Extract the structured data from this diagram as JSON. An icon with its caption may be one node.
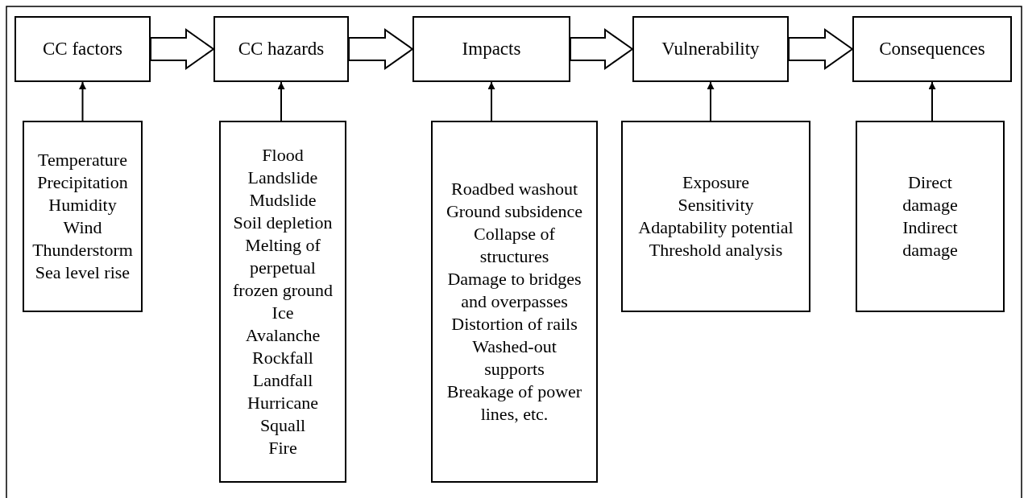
{
  "diagram": {
    "nodes": [
      {
        "text": [
          "CC factors"
        ]
      },
      {
        "text": [
          "CC hazards"
        ]
      },
      {
        "text": [
          "Impacts"
        ]
      },
      {
        "text": [
          "Vulnerability"
        ]
      },
      {
        "text": [
          "Consequences"
        ]
      },
      {
        "text": [
          "Temperature",
          "Precipitation",
          "Humidity",
          "Wind",
          "Thunderstorm",
          "Sea level rise"
        ]
      },
      {
        "text": [
          "Flood",
          "Landslide",
          "Mudslide",
          "Soil depletion",
          "Melting of perpetual frozen ground",
          "Ice",
          "Avalanche",
          "Rockfall",
          "Landfall",
          "Hurricane",
          "Squall",
          "Fire"
        ]
      },
      {
        "text": [
          "Roadbed washout",
          "Ground subsidence",
          "Collapse of structures",
          "Damage to bridges and overpasses",
          "Distortion of rails",
          "Washed-out supports",
          "Breakage of power lines, etc."
        ]
      },
      {
        "text": [
          "Exposure",
          "Sensitivity",
          "Adaptability potential",
          "Threshold analysis"
        ]
      },
      {
        "text": [
          "Direct damage",
          "Indirect damage"
        ]
      }
    ],
    "edges": [
      {
        "from": 0,
        "to": 1,
        "arrow": "to",
        "style": "thick"
      },
      {
        "from": 1,
        "to": 2,
        "arrow": "to",
        "style": "thick"
      },
      {
        "from": 2,
        "to": 3,
        "arrow": "to",
        "style": "thick"
      },
      {
        "from": 3,
        "to": 4,
        "arrow": "to",
        "style": "thick"
      },
      {
        "from": 5,
        "to": 0,
        "arrow": "to"
      },
      {
        "from": 6,
        "to": 1,
        "arrow": "to"
      },
      {
        "from": 7,
        "to": 2,
        "arrow": "to"
      },
      {
        "from": 8,
        "to": 3,
        "arrow": "to"
      },
      {
        "from": 9,
        "to": 4,
        "arrow": "to"
      }
    ]
  }
}
